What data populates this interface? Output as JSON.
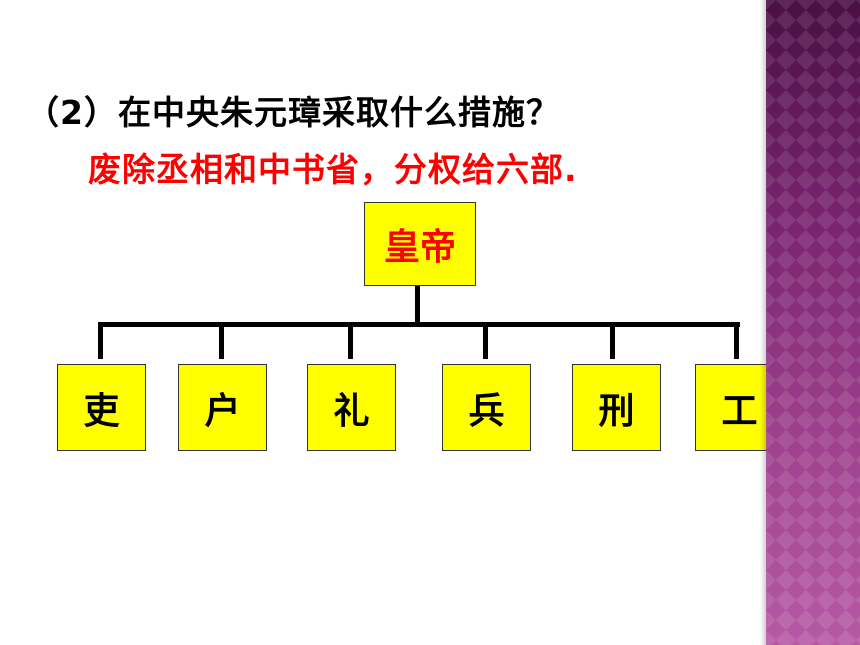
{
  "slide": {
    "question": "（2）在中央朱元璋采取什么措施？",
    "answer": "废除丞相和中书省，分权给六部.",
    "emperor": "皇帝",
    "ministries": [
      "吏",
      "户",
      "礼",
      "兵",
      "刑",
      "工"
    ]
  },
  "colors": {
    "box_fill": "#ffff00",
    "answer_text": "#ff0000",
    "side_panel": "#8a2f7e"
  }
}
